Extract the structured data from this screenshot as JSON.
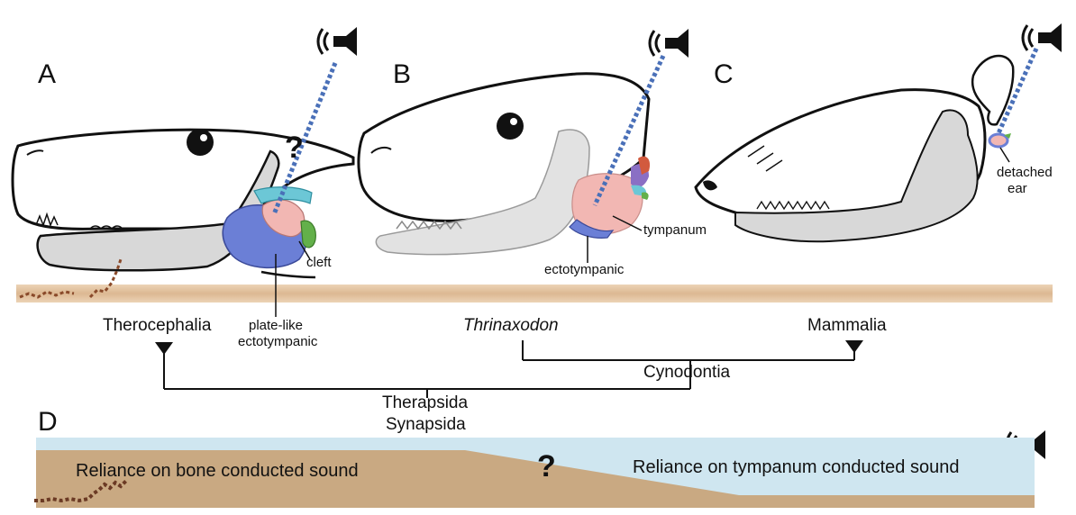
{
  "panels": {
    "a": "A",
    "b": "B",
    "c": "C",
    "d": "D"
  },
  "annotations": {
    "cleft": "cleft",
    "plate_like_line1": "plate-like",
    "plate_like_line2": "ectotympanic",
    "tympanum": "tympanum",
    "ectotympanic": "ectotympanic",
    "detached_line1": "detached",
    "detached_line2": "ear",
    "question_mark": "?"
  },
  "taxa": {
    "therocephalia": "Therocephalia",
    "thrinaxodon": "Thrinaxodon",
    "mammalia": "Mammalia",
    "cynodontia": "Cynodontia",
    "therapsida": "Therapsida",
    "synapsida": "Synapsida"
  },
  "timeline": {
    "bone_label": "Reliance on bone conducted sound",
    "tympanum_label": "Reliance on tympanum conducted sound",
    "question_mark": "?"
  },
  "colors": {
    "ground": "#e2c29f",
    "sky_band": "#cfe6f0",
    "bone_band": "#c9a982",
    "jaw_grey": "#d8d8d8",
    "blue_ectotympanic": "#6b7fd6",
    "pink_tympanum": "#f2b7b3",
    "teal": "#6cc7d6",
    "green": "#63b04a",
    "sound_line": "#4a70b8"
  },
  "icons": [
    "speaker-icon"
  ]
}
